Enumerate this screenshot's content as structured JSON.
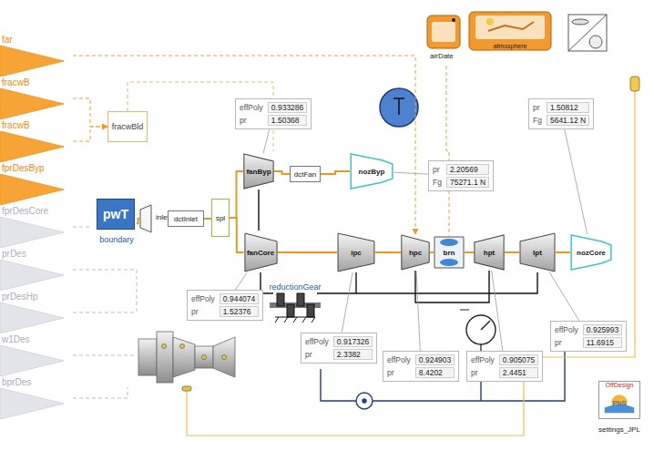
{
  "diagram": {
    "nodes": [
      {
        "text": [
          "far"
        ]
      },
      {
        "text": [
          "fracwB"
        ]
      },
      {
        "text": [
          "fracwB"
        ]
      },
      {
        "text": [
          "fprDesByp"
        ]
      },
      {
        "text": [
          "fprDesCore"
        ]
      },
      {
        "text": [
          "prDes"
        ]
      },
      {
        "text": [
          "prDesHp"
        ]
      },
      {
        "text": [
          "w1Des"
        ]
      },
      {
        "text": [
          "bprDes"
        ]
      },
      {
        "text": [
          "fracwBld"
        ]
      },
      {
        "text": [
          "pwT",
          "boundary"
        ]
      },
      {
        "text": [
          "inlet"
        ]
      },
      {
        "text": [
          "dctInlet"
        ]
      },
      {
        "text": [
          "spl"
        ]
      },
      {
        "text": [
          "fanByp"
        ]
      },
      {
        "text": [
          "fanCore"
        ]
      },
      {
        "text": [
          "dctFan"
        ]
      },
      {
        "text": [
          "nozByp"
        ]
      },
      {
        "text": [
          "ipc"
        ]
      },
      {
        "text": [
          "hpc"
        ]
      },
      {
        "text": [
          "brn"
        ]
      },
      {
        "text": [
          "hpt"
        ]
      },
      {
        "text": [
          "lpt"
        ]
      },
      {
        "text": [
          "nozCore"
        ]
      },
      {
        "text": [
          "airDate"
        ]
      },
      {
        "text": [
          "atmosphere"
        ]
      },
      {
        "text": [
          "reductionGear"
        ]
      },
      {
        "text": [
          "OffDesign",
          "PbS",
          "settings_JPL"
        ]
      },
      {
        "text": [
          "effPoly",
          "0.933286",
          "pr",
          "1.50368"
        ]
      },
      {
        "text": [
          "pr",
          "2.20569",
          "Fg",
          "75271.1 N"
        ]
      },
      {
        "text": [
          "pr",
          "1.50812",
          "Fg",
          "5641.12 N"
        ]
      },
      {
        "text": [
          "effPoly",
          "0.944074",
          "pr",
          "1.52376"
        ]
      },
      {
        "text": [
          "effPoly",
          "0.917326",
          "pr",
          "2.3382"
        ]
      },
      {
        "text": [
          "effPoly",
          "0.924903",
          "pr",
          "8.4202"
        ]
      },
      {
        "text": [
          "effPoly",
          "0.905075",
          "pr",
          "2.4451"
        ]
      },
      {
        "text": [
          "effPoly",
          "0.925993",
          "pr",
          "11.6915"
        ]
      }
    ],
    "edges": [
      {
        "from": 10,
        "to": 11,
        "arrow": "none"
      },
      {
        "from": 11,
        "to": 12,
        "arrow": "none"
      },
      {
        "from": 12,
        "to": 13,
        "arrow": "none"
      },
      {
        "from": 13,
        "to": 14,
        "arrow": "none"
      },
      {
        "from": 13,
        "to": 15,
        "arrow": "none"
      },
      {
        "from": 14,
        "to": 16,
        "arrow": "none"
      },
      {
        "from": 16,
        "to": 17,
        "arrow": "none"
      },
      {
        "from": 15,
        "to": 18,
        "arrow": "none"
      },
      {
        "from": 18,
        "to": 19,
        "arrow": "none"
      },
      {
        "from": 19,
        "to": 20,
        "arrow": "none"
      },
      {
        "from": 20,
        "to": 21,
        "arrow": "none"
      },
      {
        "from": 21,
        "to": 22,
        "arrow": "none"
      },
      {
        "from": 22,
        "to": 23,
        "arrow": "none"
      },
      {
        "from": 1,
        "to": 9,
        "arrow": "to"
      },
      {
        "from": 2,
        "to": 9,
        "arrow": "to"
      },
      {
        "from": 0,
        "to": 19,
        "arrow": "to"
      },
      {
        "from": 24,
        "to": 20,
        "arrow": "none"
      },
      {
        "from": 28,
        "to": 14,
        "arrow": "none"
      },
      {
        "from": 29,
        "to": 17,
        "arrow": "none"
      },
      {
        "from": 30,
        "to": 23,
        "arrow": "none"
      },
      {
        "from": 31,
        "to": 15,
        "arrow": "none"
      },
      {
        "from": 32,
        "to": 18,
        "arrow": "none"
      },
      {
        "from": 33,
        "to": 19,
        "arrow": "none"
      },
      {
        "from": 34,
        "to": 21,
        "arrow": "none"
      },
      {
        "from": 35,
        "to": 22,
        "arrow": "none"
      }
    ]
  }
}
